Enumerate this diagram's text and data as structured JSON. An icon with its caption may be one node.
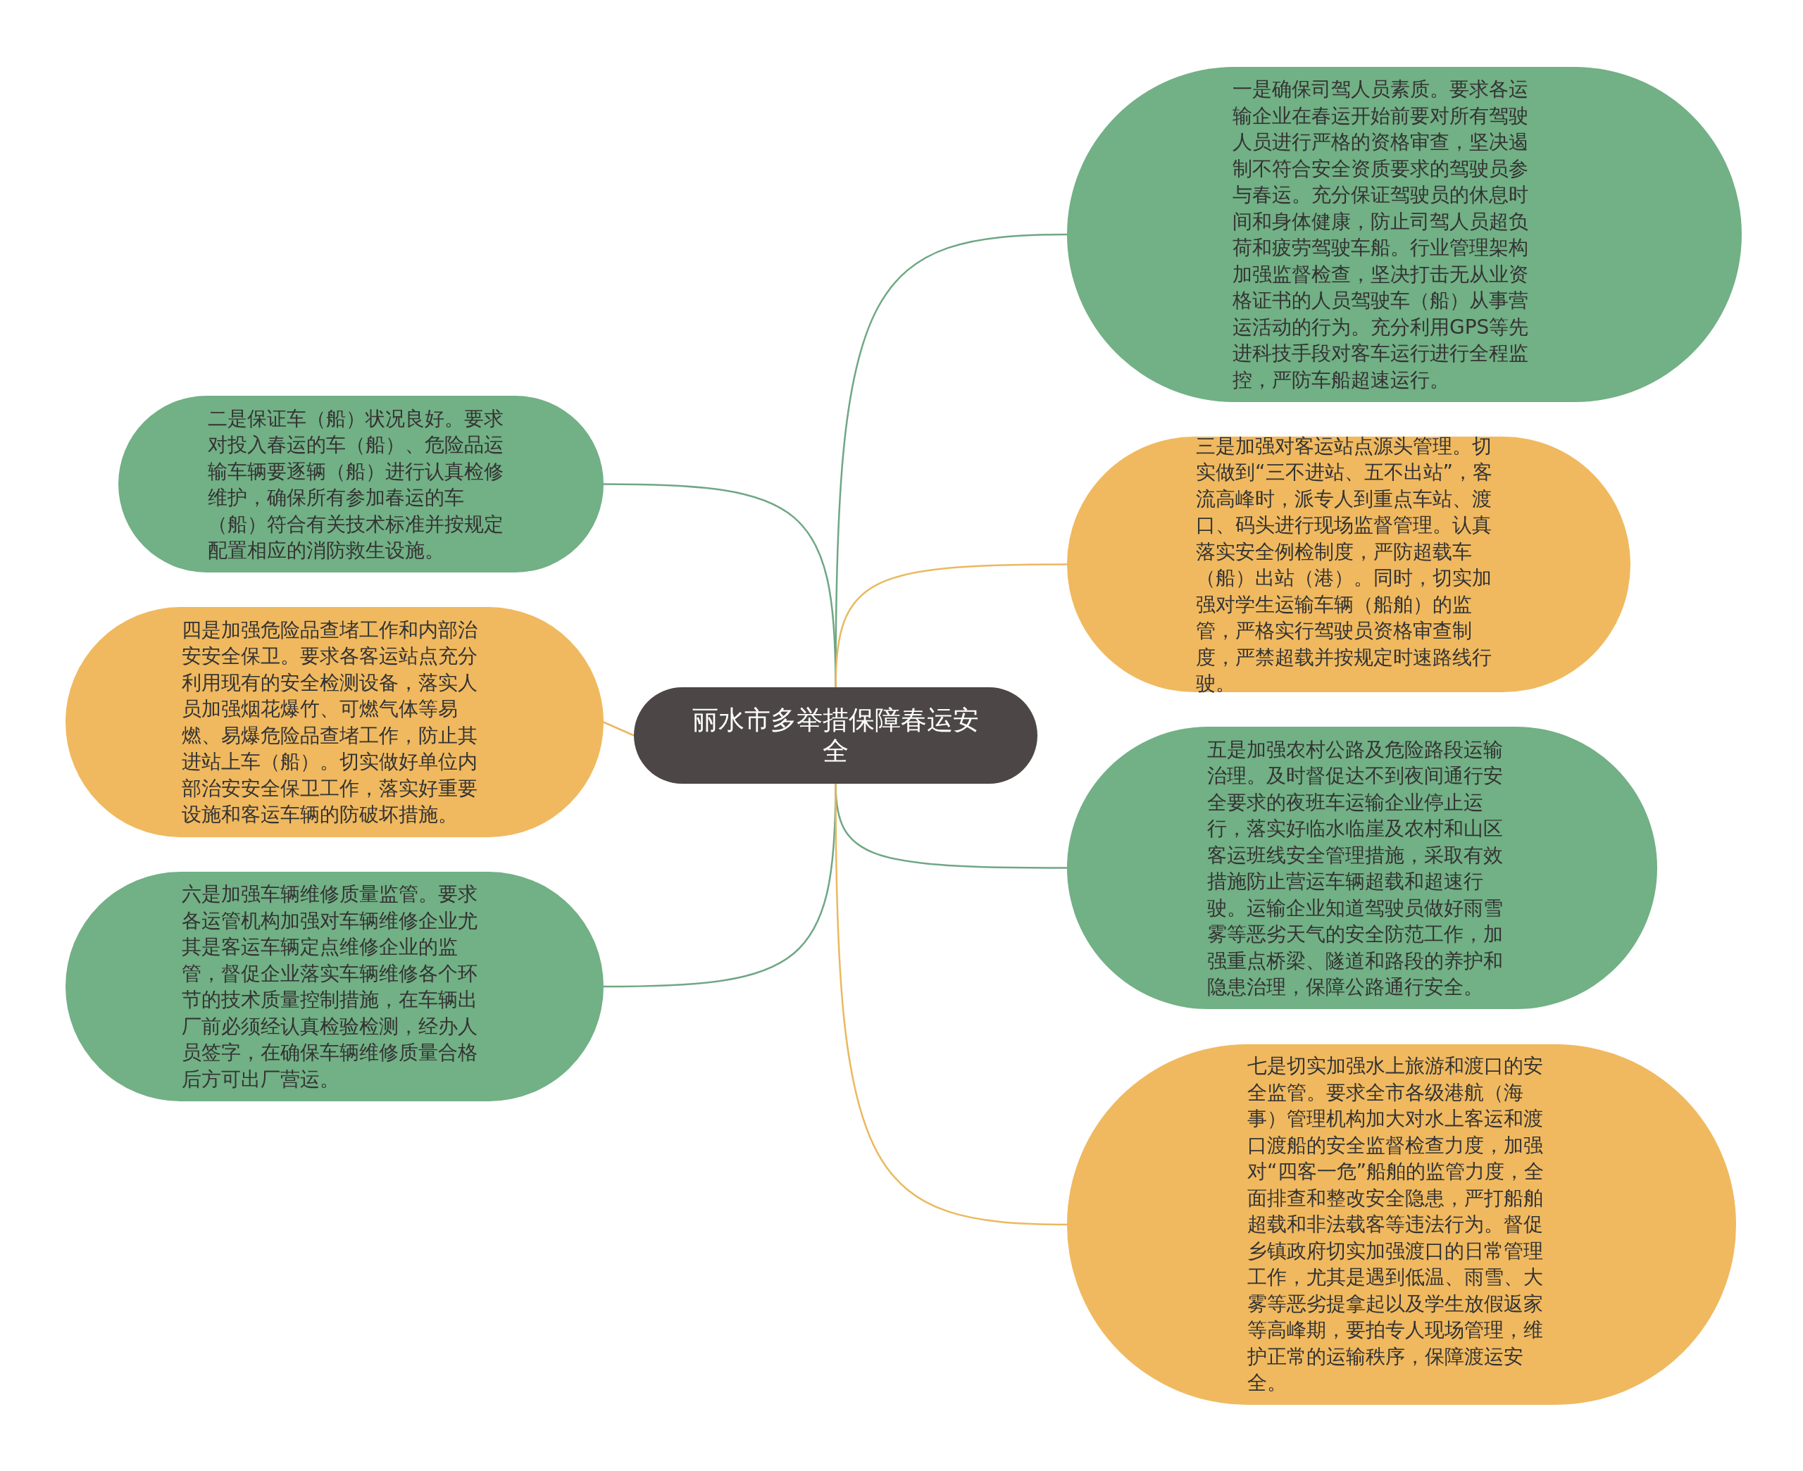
{
  "diagram": {
    "nodes": [
      {
        "text": [
          "丽水市多举措保障春运安全"
        ]
      },
      {
        "text": [
          "一是确保司驾人员素质。要求各运输企业在春运开始前要对所有驾驶人员进行严格的资格审查，坚决遏制不符合安全资质要求的驾驶员参与春运。充分保证驾驶员的休息时间和身体健康，防止司驾人员超负荷和疲劳驾驶车船。行业管理架构加强监督检查，坚决打击无从业资格证书的人员驾驶车（船）从事营运活动的行为。充分利用GPS等先进科技手段对客车运行进行全程监控，严防车船超速运行。"
        ]
      },
      {
        "text": [
          "二是保证车（船）状况良好。要求对投入春运的车（船）、危险品运输车辆要逐辆（船）进行认真检修维护，确保所有参加春运的车（船）符合有关技术标准并按规定配置相应的消防救生设施。"
        ]
      },
      {
        "text": [
          "三是加强对客运站点源头管理。切实做到“三不进站、五不出站”，客流高峰时，派专人到重点车站、渡口、码头进行现场监督管理。认真落实安全例检制度，严防超载车（船）出站（港）。同时，切实加强对学生运输车辆（船舶）的监管，严格实行驾驶员资格审查制度，严禁超载并按规定时速路线行驶。"
        ]
      },
      {
        "text": [
          "四是加强危险品查堵工作和内部治安安全保卫。要求各客运站点充分利用现有的安全检测设备，落实人员加强烟花爆竹、可燃气体等易燃、易爆危险品查堵工作，防止其进站上车（船）。切实做好单位内部治安安全保卫工作，落实好重要设施和客运车辆的防破坏措施。"
        ]
      },
      {
        "text": [
          "五是加强农村公路及危险路段运输治理。及时督促达不到夜间通行安全要求的夜班车运输企业停止运行，落实好临水临崖及农村和山区客运班线安全管理措施，采取有效措施防止营运车辆超载和超速行驶。运输企业知道驾驶员做好雨雪雾等恶劣天气的安全防范工作，加强重点桥梁、隧道和路段的养护和隐患治理，保障公路通行安全。"
        ]
      },
      {
        "text": [
          "六是加强车辆维修质量监管。要求各运管机构加强对车辆维修企业尤其是客运车辆定点维修企业的监管，督促企业落实车辆维修各个环节的技术质量控制措施，在车辆出厂前必须经认真检验检测，经办人员签字，在确保车辆维修质量合格后方可出厂营运。"
        ]
      },
      {
        "text": [
          "七是切实加强水上旅游和渡口的安全监管。要求全市各级港航（海事）管理机构加大对水上客运和渡口渡船的安全监督检查力度，加强对“四客一危”船舶的监管力度，全面排查和整改安全隐患，严打船舶超载和非法载客等违法行为。督促乡镇政府切实加强渡口的日常管理工作，尤其是遇到低温、雨雪、大雾等恶劣提拿起以及学生放假返家等高峰期，要拍专人现场管理，维护正常的运输秩序，保障渡运安全。"
        ]
      }
    ],
    "edges": [
      {
        "from": 0,
        "to": 1,
        "arrow": "none"
      },
      {
        "from": 0,
        "to": 2,
        "arrow": "none"
      },
      {
        "from": 0,
        "to": 3,
        "arrow": "none",
        "color": "#eab95e"
      },
      {
        "from": 0,
        "to": 4,
        "arrow": "none",
        "color": "#eab95e"
      },
      {
        "from": 0,
        "to": 5,
        "arrow": "none"
      },
      {
        "from": 0,
        "to": 6,
        "arrow": "none"
      },
      {
        "from": 0,
        "to": 7,
        "arrow": "none",
        "color": "#eab95e"
      }
    ]
  }
}
